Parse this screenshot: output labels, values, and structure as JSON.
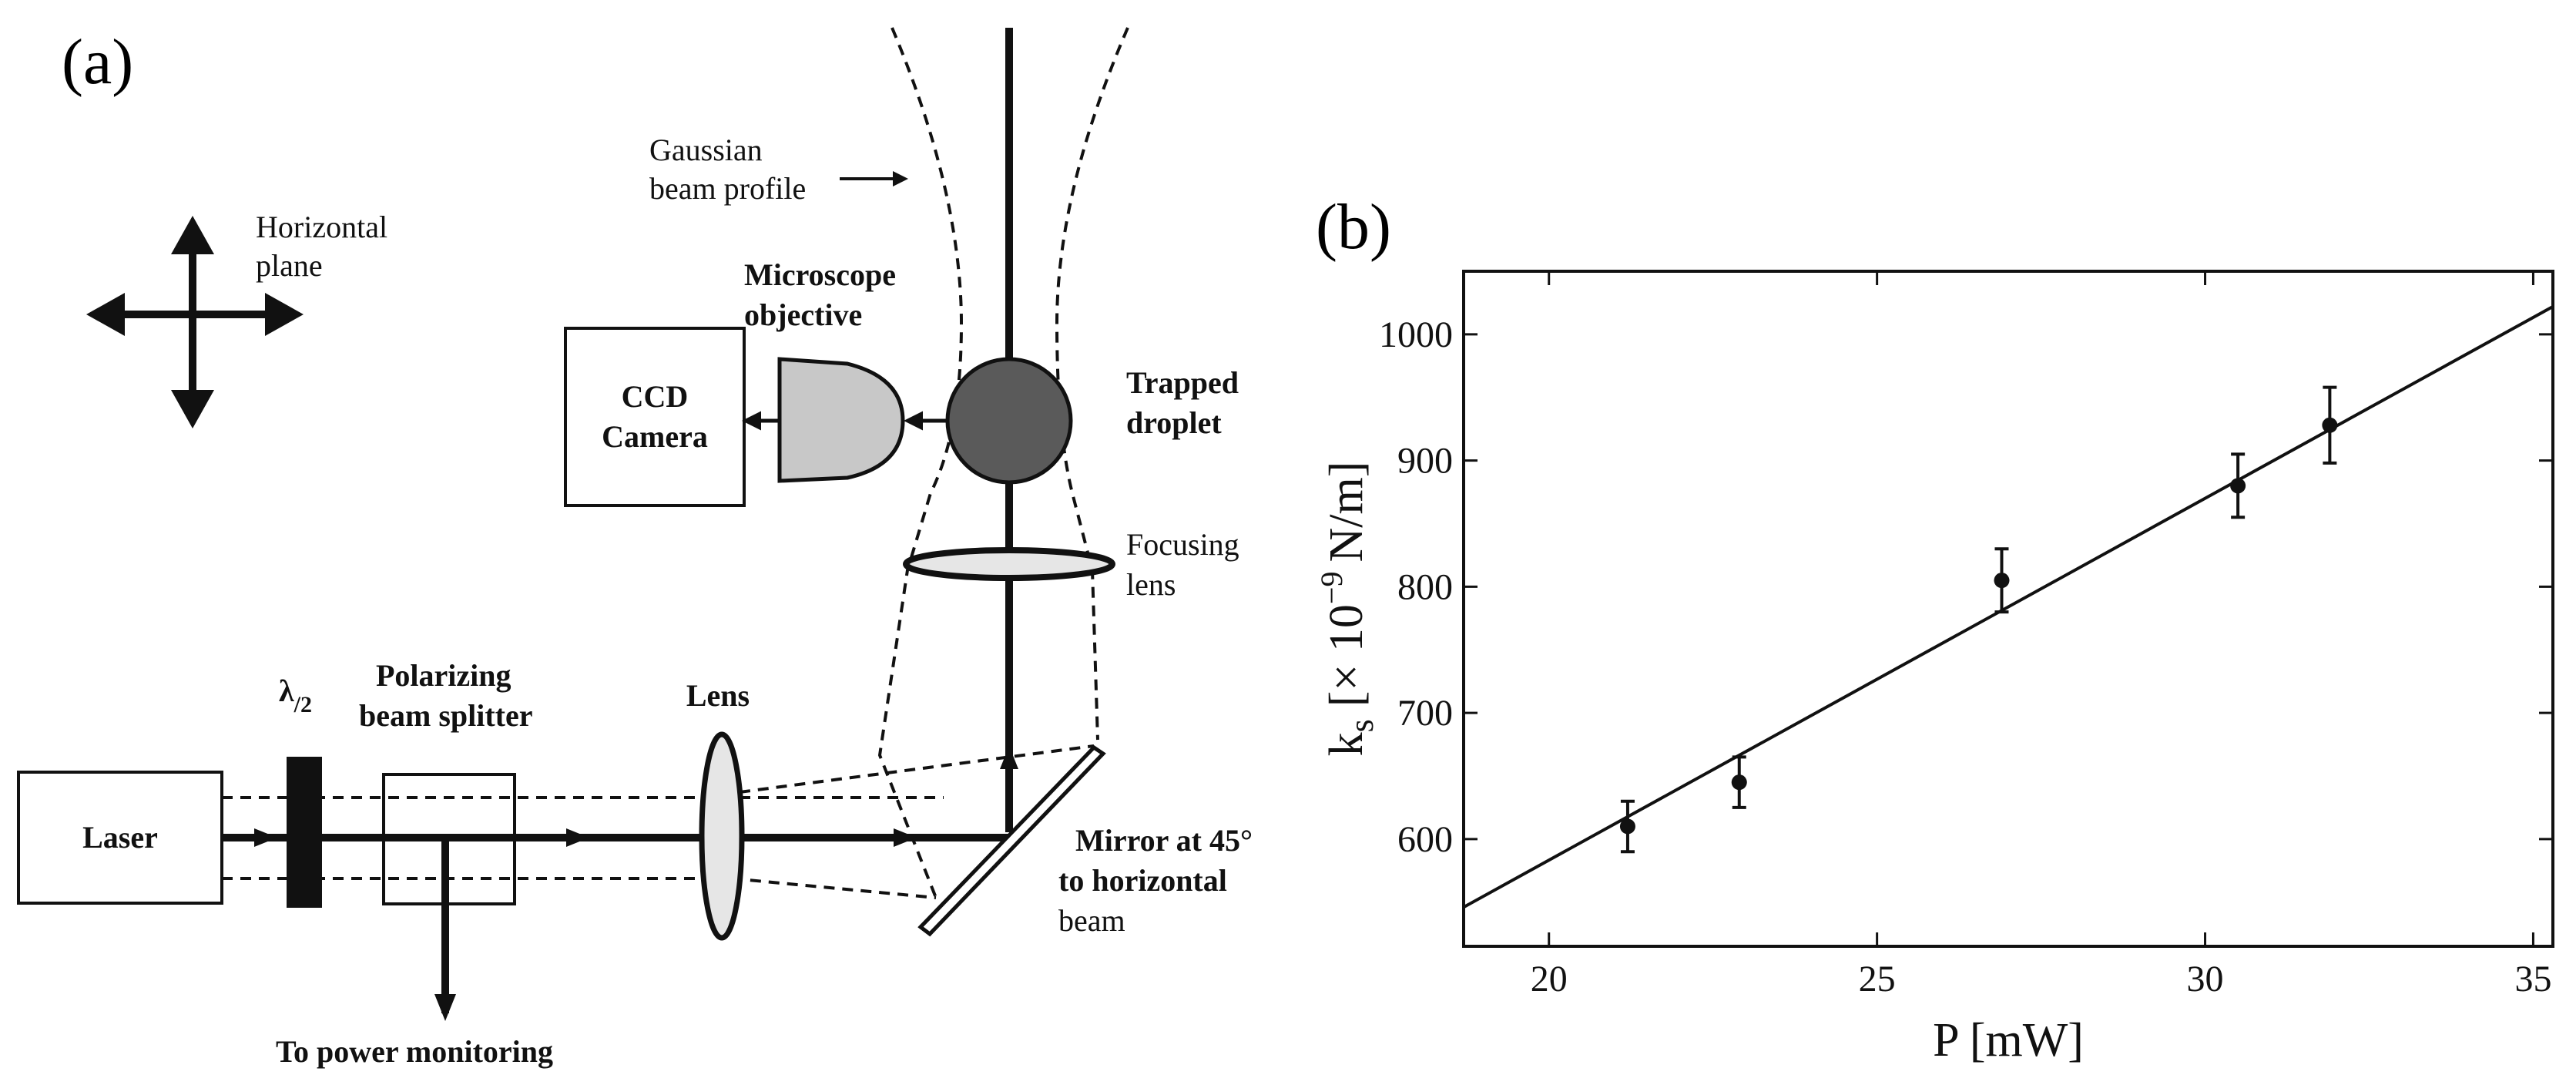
{
  "panel_a": {
    "label": "(a)",
    "horizontal_plane": [
      "Horizontal",
      "plane"
    ],
    "gaussian_beam_profile": [
      "Gaussian",
      "beam profile"
    ],
    "microscope_objective": [
      "Microscope",
      "objective"
    ],
    "ccd_camera": [
      "CCD",
      "Camera"
    ],
    "trapped_droplet": [
      "Trapped",
      "droplet"
    ],
    "focusing_lens": [
      "Focusing",
      "lens"
    ],
    "lambda_symbol": "λ",
    "lambda_sub": "/2",
    "polarizing_beam_splitter": [
      "Polarizing",
      "beam splitter"
    ],
    "lens": "Lens",
    "laser": "Laser",
    "mirror": [
      "Mirror at 45°",
      "to horizontal",
      "beam"
    ],
    "power_monitoring": "To power monitoring",
    "colors": {
      "objective_fill": "#c8c8c8",
      "droplet_fill": "#5a5a5a",
      "lens_fill": "#e6e6e6",
      "line": "#111111"
    }
  },
  "panel_b": {
    "label": "(b)"
  },
  "chart_data": {
    "type": "scatter",
    "xlabel": "P [mW]",
    "ylabel": {
      "k": "k",
      "sub": "s",
      "bracket": "[× 10",
      "exp": "−9",
      "unit": "N/m]"
    },
    "xlim": [
      18.7,
      35.3
    ],
    "ylim": [
      515,
      1050
    ],
    "x_ticks": [
      20,
      25,
      30,
      35
    ],
    "y_ticks": [
      600,
      700,
      800,
      900,
      1000
    ],
    "grid": false,
    "series": [
      {
        "points": [
          {
            "x": 21.2,
            "y": 610,
            "err": 20
          },
          {
            "x": 22.9,
            "y": 645,
            "err": 20
          },
          {
            "x": 26.9,
            "y": 805,
            "err": 25
          },
          {
            "x": 30.5,
            "y": 880,
            "err": 25
          },
          {
            "x": 31.9,
            "y": 928,
            "err": 30
          }
        ]
      }
    ],
    "fit_line": {
      "x": [
        18.7,
        35.3
      ],
      "y": [
        546,
        1022
      ]
    }
  }
}
